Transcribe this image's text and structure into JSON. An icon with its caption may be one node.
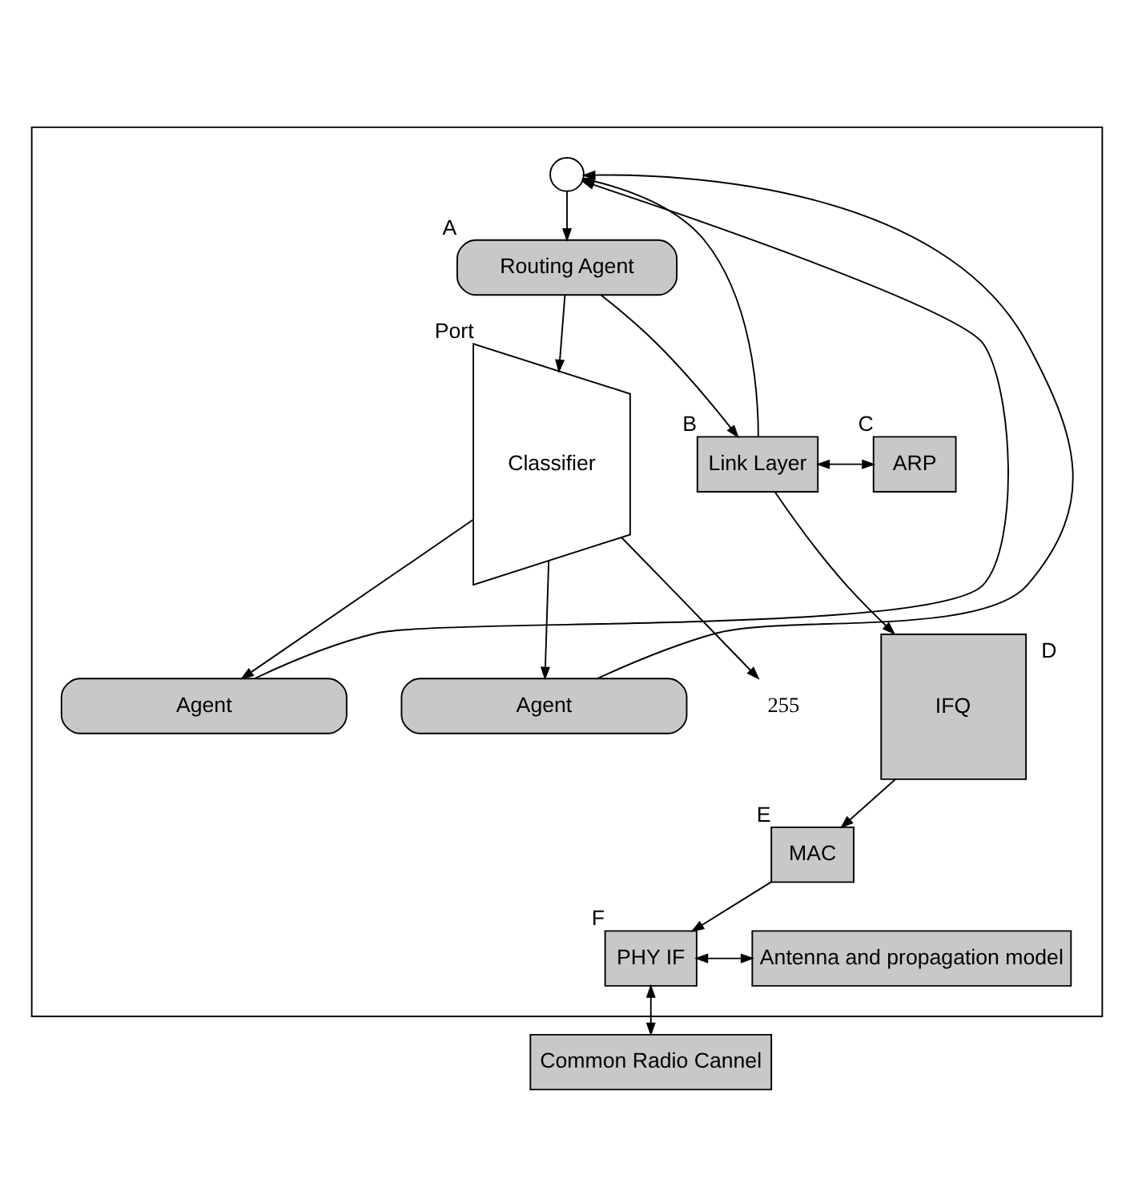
{
  "diagram": {
    "nodes": [
      {
        "text": [],
        "shape": "box"
      },
      {
        "text": [],
        "shape": "circle",
        "in": 0
      },
      {
        "text": [
          "Classifier"
        ],
        "beside": [
          "Port"
        ],
        "in": 0
      },
      {
        "text": [
          "Agent"
        ],
        "in": 0
      },
      {
        "text": [
          "Agent"
        ],
        "in": 0
      },
      {
        "text": [
          "255"
        ],
        "in": 0
      },
      {
        "text": [
          "Routing Agent"
        ],
        "beside": [
          "A"
        ],
        "in": 0
      },
      {
        "text": [
          "Link Layer"
        ],
        "beside": [
          "B"
        ],
        "in": 0
      },
      {
        "text": [
          "ARP"
        ],
        "beside": [
          "C"
        ],
        "in": 0
      },
      {
        "text": [
          "IFQ"
        ],
        "beside": [
          "D"
        ],
        "in": 0
      },
      {
        "text": [
          "MAC"
        ],
        "beside": [
          "E"
        ],
        "in": 0
      },
      {
        "text": [
          "PHY IF"
        ],
        "beside": [
          "F"
        ],
        "in": 0
      },
      {
        "text": [
          "Antenna and propagation model"
        ],
        "in": 0
      },
      {
        "text": [
          "Common Radio Cannel"
        ]
      }
    ],
    "edges": [
      {
        "from": 3,
        "to": 1,
        "arrow": "to"
      },
      {
        "from": 4,
        "to": 1,
        "arrow": "to"
      },
      {
        "from": 1,
        "to": 6,
        "arrow": "to"
      },
      {
        "from": 6,
        "to": 2,
        "arrow": "to"
      },
      {
        "from": 2,
        "to": 3,
        "arrow": "to"
      },
      {
        "from": 2,
        "to": 4,
        "arrow": "to"
      },
      {
        "from": 2,
        "to": 5,
        "arrow": "to"
      },
      {
        "from": 6,
        "to": 7,
        "arrow": "to"
      },
      {
        "from": 7,
        "to": 1,
        "arrow": "to"
      },
      {
        "from": 7,
        "to": 8,
        "arrow": "both"
      },
      {
        "from": 7,
        "to": 9,
        "arrow": "to"
      },
      {
        "from": 9,
        "to": 10,
        "arrow": "to"
      },
      {
        "from": 10,
        "to": 11,
        "arrow": "to"
      },
      {
        "from": 11,
        "to": 12,
        "arrow": "both"
      },
      {
        "from": 11,
        "to": 13,
        "arrow": "both"
      }
    ]
  }
}
